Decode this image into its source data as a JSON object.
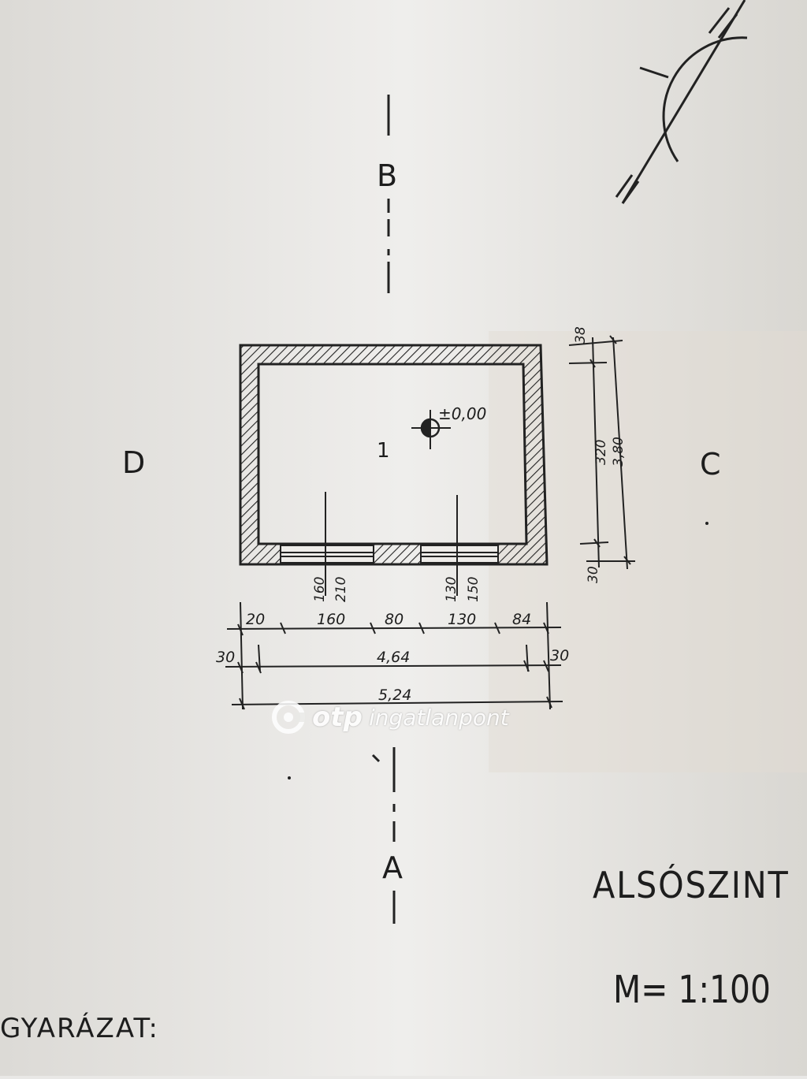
{
  "sections": {
    "top": "B",
    "bottom": "A",
    "left": "D",
    "right": "C"
  },
  "room_number": "1",
  "elevation": "±0,00",
  "dimensions": {
    "height_segments": [
      "38",
      "320",
      "30"
    ],
    "height_total": "3,80",
    "openings": [
      {
        "width": "160",
        "height": "210"
      },
      {
        "width": "130",
        "height": "150"
      }
    ],
    "bottom_chain": [
      "20",
      "160",
      "80",
      "130",
      "84"
    ],
    "inner": {
      "left": "30",
      "mid": "4,64",
      "right": "30"
    },
    "total": "5,24"
  },
  "title": "ALSÓSZINT",
  "scale": "M= 1:100",
  "legend": "GYARÁZAT:",
  "watermark": {
    "brand": "otp",
    "suffix": "ingatlanpont"
  }
}
